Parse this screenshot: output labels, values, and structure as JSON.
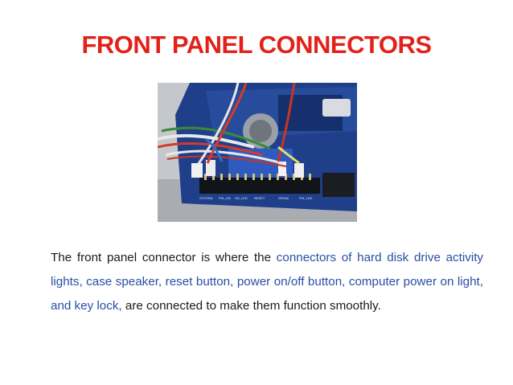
{
  "slide": {
    "title": "FRONT PANEL CONNECTORS",
    "body": {
      "part1": "The front panel connector is where the ",
      "highlight": "connectors of hard disk drive activity lights, case speaker, reset button, power on/off button, computer power on light, and key lock,",
      "part2": " are connected to make them function smoothly."
    },
    "photo": {
      "pin_labels": [
        "SYSTEM",
        "PW_ON",
        "HD_LED",
        "RESET",
        "SPEAK",
        "PW_LED"
      ]
    },
    "colors": {
      "title": "#e3211b",
      "highlight": "#2a4fa3",
      "text": "#1a1a1a"
    }
  }
}
